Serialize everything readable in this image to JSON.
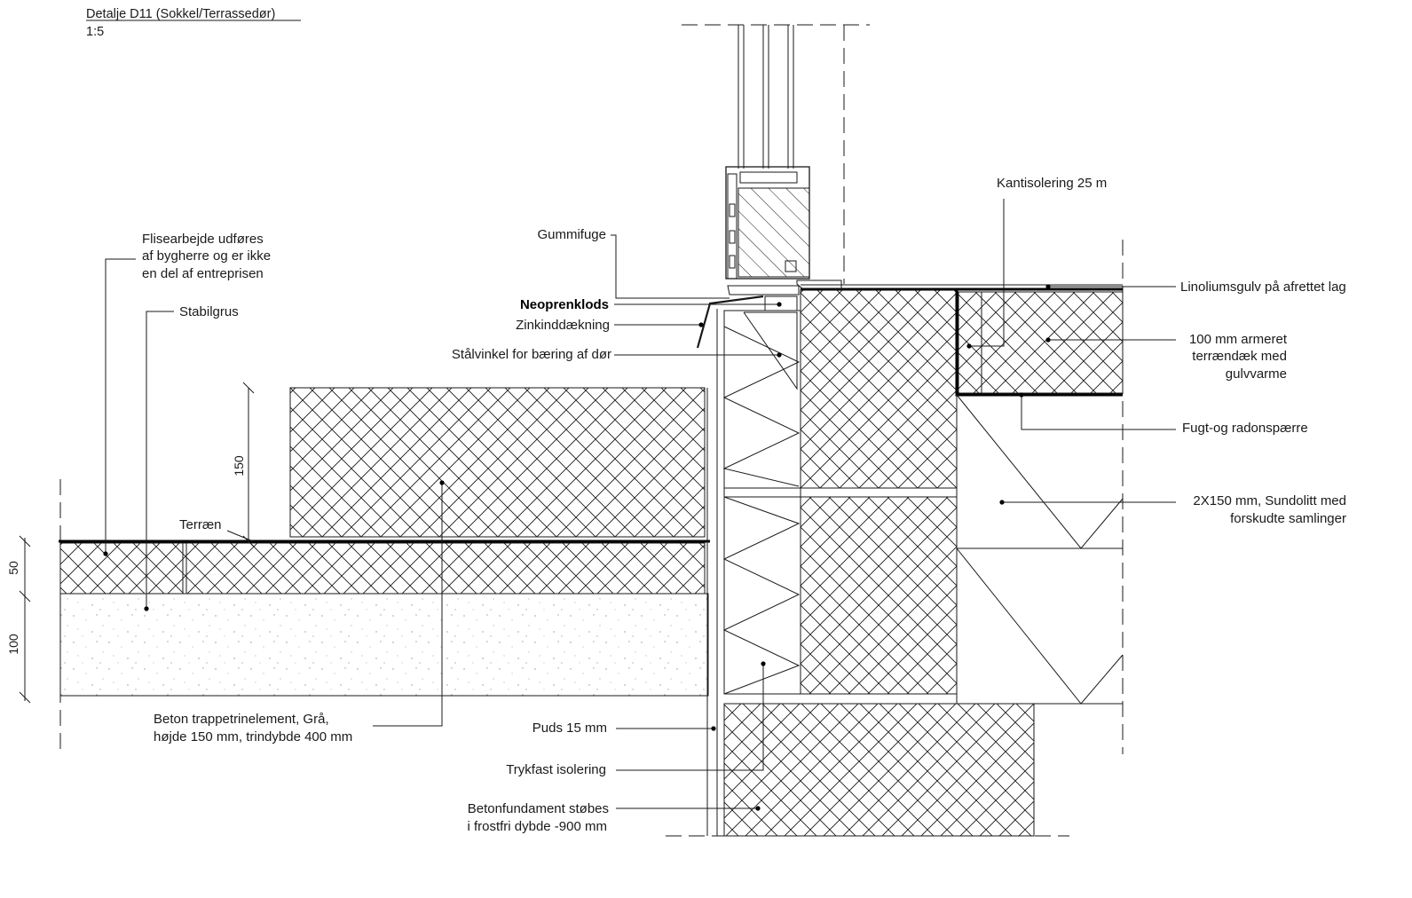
{
  "title": "Detalje D11 (Sokkel/Terrassedør)",
  "scale": "1:5",
  "dimensions": {
    "step_height": "150",
    "tile_layer": "50",
    "gravel_layer": "100"
  },
  "labels": {
    "tiles_1": "Flisearbejde udføres",
    "tiles_2": "af bygherre og er ikke",
    "tiles_3": "en del af entreprisen",
    "gravel": "Stabilgrus",
    "terrain": "Terræn",
    "step_1": "Beton trappetrinelement, Grå,",
    "step_2": "højde 150 mm, trindybde 400 mm",
    "rubber_joint": "Gummifuge",
    "neoprene": "Neoprenklods",
    "zinc": "Zinkinddækning",
    "steel_angle": "Stålvinkel for bæring af dør",
    "plaster": "Puds 15 mm",
    "pressure_insulation": "Trykfast isolering",
    "foundation_1": "Betonfundament støbes",
    "foundation_2": "i frostfri dybde -900 mm",
    "edge_insulation": "Kantisolering 25 m",
    "linoleum": "Linoliumsgulv på afrettet lag",
    "slab_1": "100 mm armeret",
    "slab_2": "terrændæk med",
    "slab_3": "gulvvarme",
    "membrane": "Fugt-og radonspærre",
    "sundolitt_1": "2X150 mm, Sundolitt med",
    "sundolitt_2": "forskudte samlinger"
  }
}
